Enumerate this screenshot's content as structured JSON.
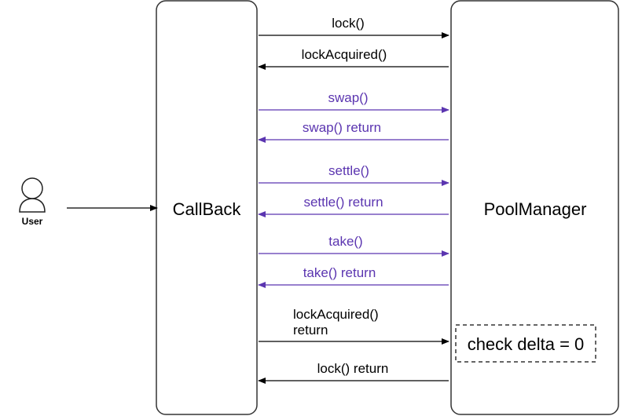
{
  "colors": {
    "black": "#000000",
    "purple": "#5b35b0",
    "box_border": "#333333"
  },
  "icons": {
    "user": "person-icon"
  },
  "actors": {
    "user": "User",
    "callback": "CallBack",
    "pool_manager": "PoolManager"
  },
  "messages": [
    {
      "text": "lock()",
      "direction": "to-pool",
      "color": "black"
    },
    {
      "text": "lockAcquired()",
      "direction": "to-callback",
      "color": "black"
    },
    {
      "text": "swap()",
      "direction": "to-pool",
      "color": "purple"
    },
    {
      "text": "swap() return",
      "direction": "to-callback",
      "color": "purple"
    },
    {
      "text": "settle()",
      "direction": "to-pool",
      "color": "purple"
    },
    {
      "text": "settle() return",
      "direction": "to-callback",
      "color": "purple"
    },
    {
      "text": "take()",
      "direction": "to-pool",
      "color": "purple"
    },
    {
      "text": "take() return",
      "direction": "to-callback",
      "color": "purple"
    },
    {
      "text": [
        "lockAcquired()",
        "return"
      ],
      "direction": "to-pool",
      "color": "black"
    },
    {
      "text": "lock() return",
      "direction": "to-callback",
      "color": "black"
    }
  ],
  "check_box": "check delta = 0"
}
